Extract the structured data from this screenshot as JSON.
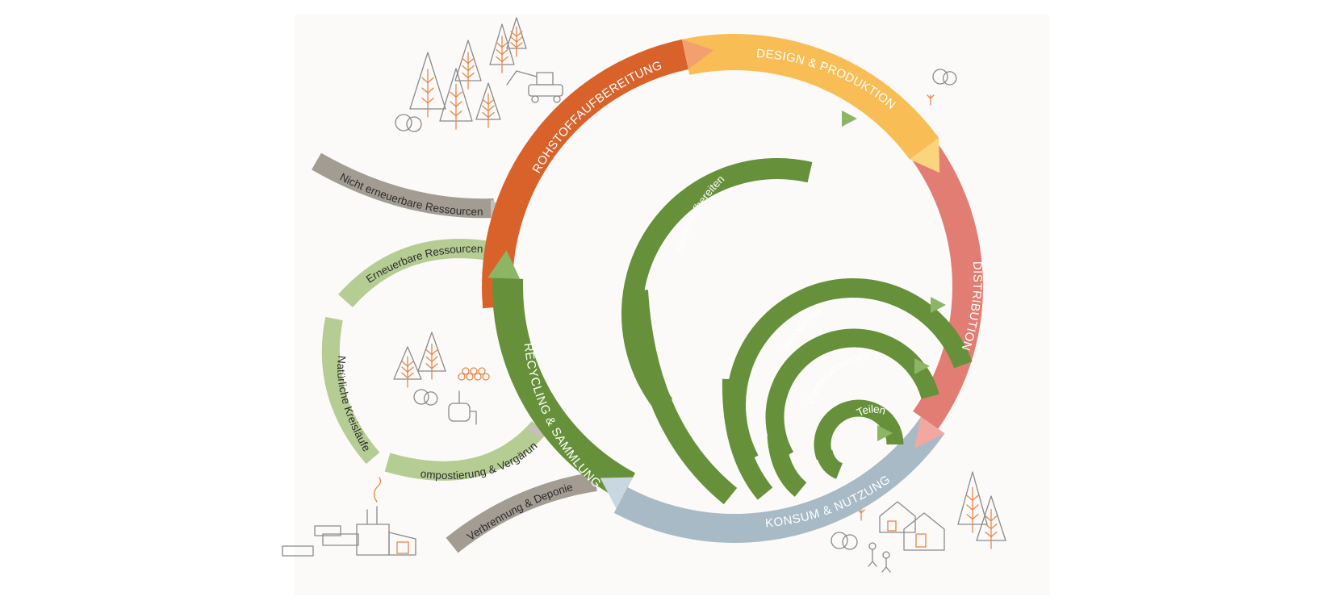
{
  "diagram": {
    "ring_segments": [
      {
        "id": "rohstoff",
        "label": "ROHSTOFFAUFBEREITUNG",
        "color": "#d9622b"
      },
      {
        "id": "design",
        "label": "DESIGN & PRODUKTION",
        "color": "#f8bd55"
      },
      {
        "id": "distribution",
        "label": "DISTRIBUTION",
        "color": "#e17d72"
      },
      {
        "id": "konsum",
        "label": "KONSUM & NUTZUNG",
        "color": "#a8bac6"
      },
      {
        "id": "recycling",
        "label": "RECYCLING & SAMMLUNG",
        "color": "#66913a"
      }
    ],
    "inner_loops": [
      {
        "label": "Wiederaufbereiten",
        "color": "#66913a"
      },
      {
        "label": "Reparieren",
        "color": "#66913a"
      },
      {
        "label": "Wiederverwenden",
        "color": "#66913a"
      },
      {
        "label": "Teilen",
        "color": "#66913a"
      }
    ],
    "side_flows": [
      {
        "label": "Nicht erneuerbare  Ressourcen",
        "color": "#a39c93"
      },
      {
        "label": "Erneuerbare  Ressourcen",
        "color": "#b5cd93"
      },
      {
        "label": "Natürliche Kreisläufe",
        "color": "#b5cd93"
      },
      {
        "label": "Kompostierung & Vergärung",
        "color": "#b5cd93"
      },
      {
        "label": "Verbrennung & Deponie",
        "color": "#a39c93"
      }
    ],
    "illustrations": [
      "forest-icon",
      "excavator-icon",
      "bush-icon",
      "woodpile-icon",
      "factory-icon",
      "houses-icon",
      "people-icon"
    ],
    "colors": {
      "background": "#fbfaf8",
      "line_art": "#8a8a8a",
      "accent_orange": "#e8874a"
    }
  }
}
